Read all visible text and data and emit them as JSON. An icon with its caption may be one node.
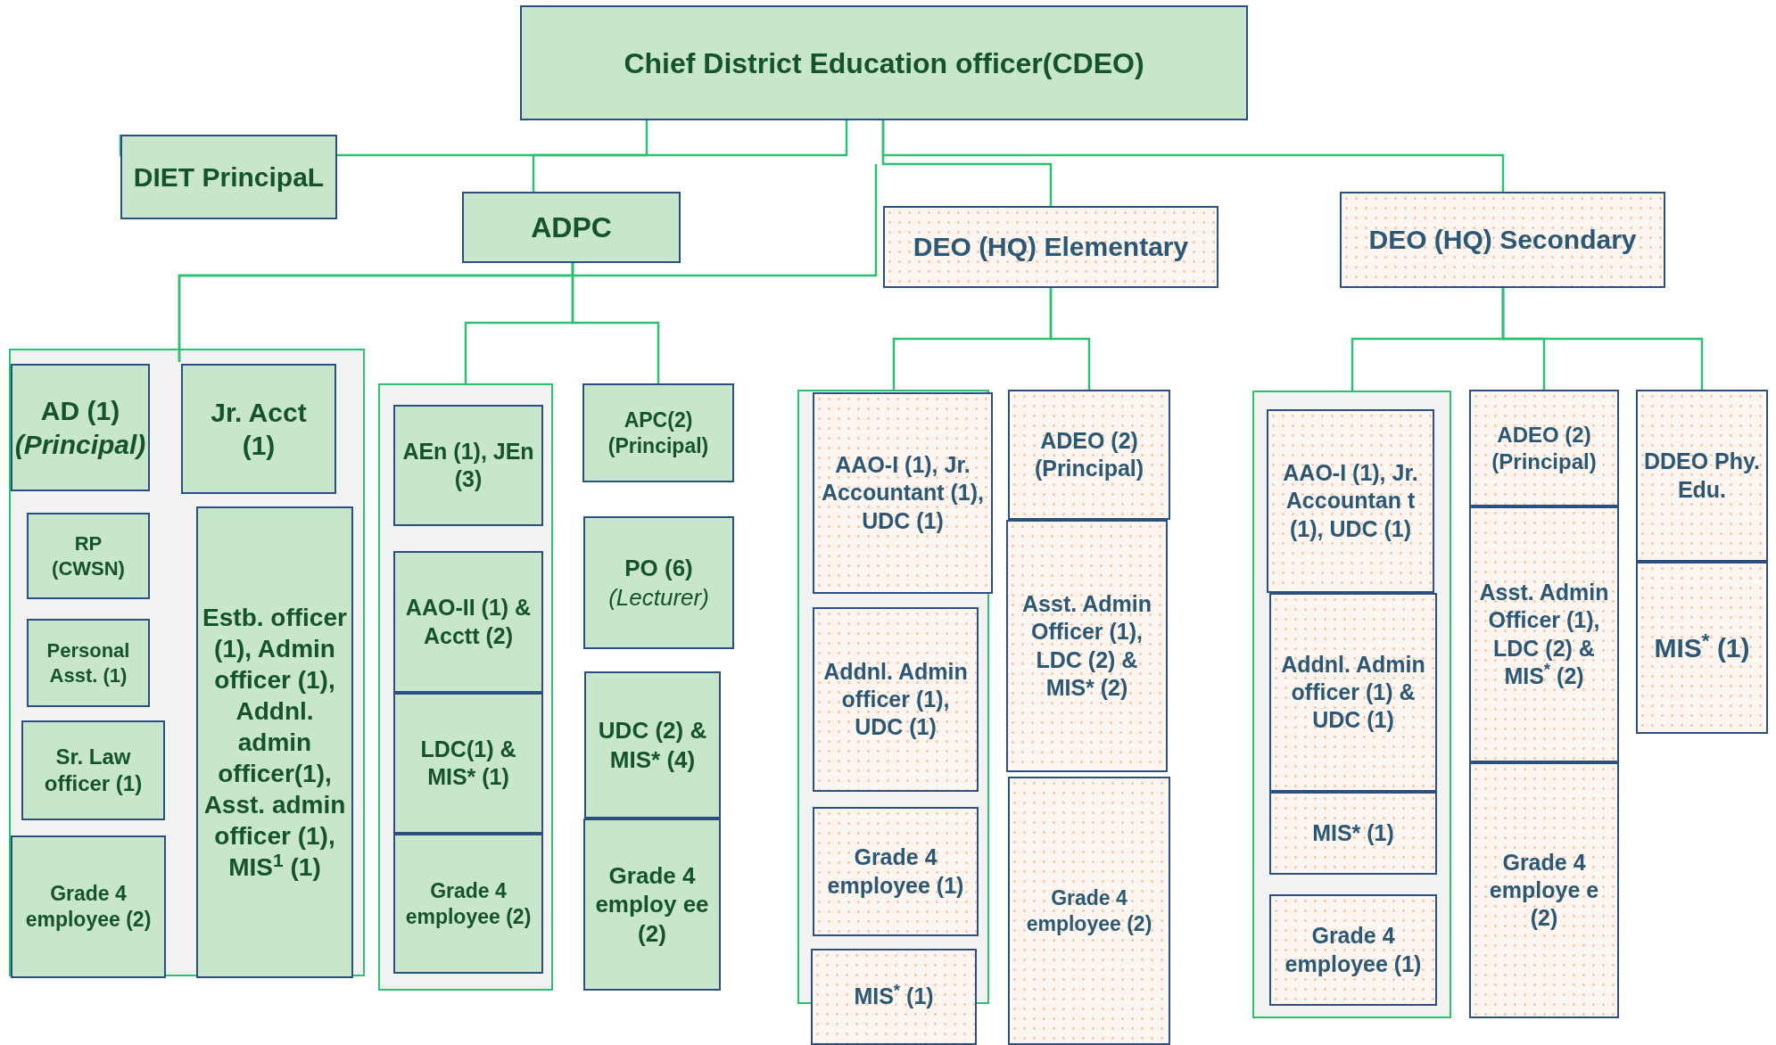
{
  "diagram": {
    "nodes": [
      {
        "text": [
          "Chief District Education officer(CDEO)"
        ]
      },
      {
        "text": [
          "DIET PrincipaL"
        ]
      },
      {
        "text": [
          "ADPC"
        ]
      },
      {
        "text": [
          "DEO (HQ) Elementary"
        ]
      },
      {
        "text": [
          "DEO (HQ) Secondary"
        ]
      },
      {
        "text": [],
        "shape": "box"
      },
      {
        "text": [
          "AD (1)",
          "(Principal)"
        ],
        "in": 5
      },
      {
        "text": [
          "Jr. Acct",
          "(1)"
        ],
        "in": 5
      },
      {
        "text": [
          "RP",
          "(CWSN)"
        ],
        "in": 5
      },
      {
        "text": [
          "Personal Asst. (1)"
        ],
        "in": 5
      },
      {
        "text": [
          "Sr. Law officer (1)"
        ],
        "in": 5
      },
      {
        "text": [
          "Grade 4 employee (2)"
        ],
        "in": 5
      },
      {
        "text": [
          "Estb. officer (1), Admin officer (1), Addnl. admin officer(1), Asst. admin officer (1), MIS$^{1}$ (1)"
        ],
        "in": 5
      },
      {
        "text": [],
        "shape": "box"
      },
      {
        "text": [
          "AEn (1), JEn (3)"
        ],
        "in": 13
      },
      {
        "text": [
          "AAO-II (1) & Acctt (2)"
        ],
        "in": 13
      },
      {
        "text": [
          "LDC(1) & MIS* (1)"
        ],
        "in": 13
      },
      {
        "text": [
          "Grade 4 employee (2)"
        ],
        "in": 13
      },
      {
        "text": [
          "APC(2) (Principal)"
        ]
      },
      {
        "text": [
          "PO (6)",
          "(Lecturer)"
        ]
      },
      {
        "text": [
          "UDC (2) & MIS* (4)"
        ]
      },
      {
        "text": [
          "Grade 4 employ ee (2)"
        ]
      },
      {
        "text": [],
        "shape": "box"
      },
      {
        "text": [
          "AAO-I (1), Jr. Accountant (1), UDC (1)"
        ],
        "in": 22
      },
      {
        "text": [
          "Addnl. Admin officer (1), UDC (1)"
        ],
        "in": 22
      },
      {
        "text": [
          "Grade 4 employee (1)"
        ],
        "in": 22
      },
      {
        "text": [
          "MIS$^{*}$ (1)"
        ]
      },
      {
        "text": [
          "ADEO (2) (Principal)"
        ]
      },
      {
        "text": [
          "Asst. Admin Officer (1), LDC (2) & MIS* (2)"
        ]
      },
      {
        "text": [
          "Grade 4 employee (2)"
        ]
      },
      {
        "text": [],
        "shape": "box"
      },
      {
        "text": [
          "AAO-I (1), Jr. Accountan t (1), UDC (1)"
        ],
        "in": 30
      },
      {
        "text": [
          "Addnl. Admin officer (1) & UDC (1)"
        ],
        "in": 30
      },
      {
        "text": [
          "MIS* (1)"
        ],
        "in": 30
      },
      {
        "text": [
          "Grade 4 employee (1)"
        ],
        "in": 30
      },
      {
        "text": [
          "ADEO (2) (Principal)"
        ]
      },
      {
        "text": [
          "Asst. Admin Officer (1), LDC (2) & MIS$^{*}$ (2)"
        ]
      },
      {
        "text": [
          "Grade 4 employe e (2)"
        ]
      },
      {
        "text": [
          "DDEO Phy. Edu."
        ]
      },
      {
        "text": [
          "MIS$^{*}$ (1)"
        ]
      }
    ],
    "edges": [
      {
        "from": 0,
        "to": 1,
        "arrow": "none"
      },
      {
        "from": 0,
        "to": 2,
        "arrow": "none"
      },
      {
        "from": 0,
        "to": 3,
        "arrow": "none"
      },
      {
        "from": 0,
        "to": 4,
        "arrow": "none"
      },
      {
        "from": 2,
        "to": 7,
        "arrow": "none"
      },
      {
        "from": null,
        "to": 7,
        "arrow": "none"
      },
      {
        "from": 2,
        "to": 13,
        "arrow": "none"
      },
      {
        "from": 2,
        "to": 18,
        "arrow": "none"
      },
      {
        "from": 3,
        "to": 22,
        "arrow": "none"
      },
      {
        "from": 3,
        "to": 27,
        "arrow": "none"
      },
      {
        "from": 4,
        "to": 30,
        "arrow": "none"
      },
      {
        "from": 4,
        "to": 35,
        "arrow": "none"
      },
      {
        "from": 4,
        "to": 38,
        "arrow": "none"
      }
    ]
  }
}
